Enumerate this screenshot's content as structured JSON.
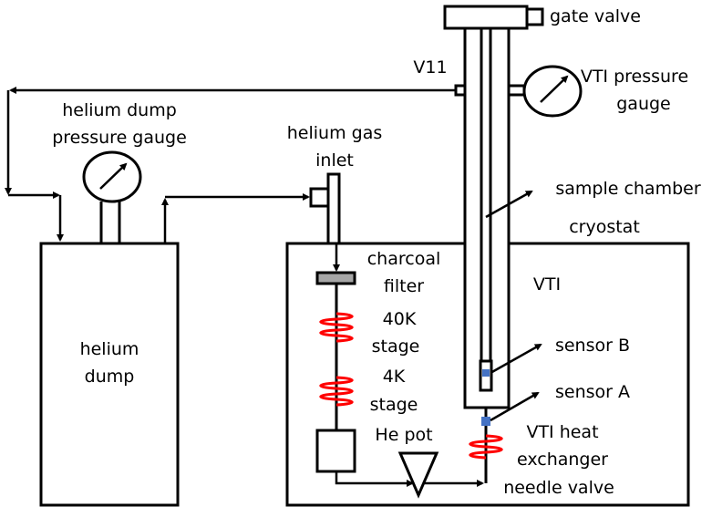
{
  "labels": {
    "gate_valve": "gate valve",
    "v11": "V11",
    "vti_pressure_gauge": [
      "VTI pressure",
      "gauge"
    ],
    "helium_dump_pressure_gauge": [
      "helium dump",
      "pressure gauge"
    ],
    "helium_gas_inlet": [
      "helium gas",
      "inlet"
    ],
    "sample_chamber": "sample chamber",
    "cryostat": "cryostat",
    "charcoal_filter": [
      "charcoal",
      "filter"
    ],
    "vti": "VTI",
    "stage_40k": [
      "40K",
      "stage"
    ],
    "stage_4k": [
      "4K",
      "stage"
    ],
    "he_pot": "He pot",
    "sensor_b": "sensor B",
    "sensor_a": "sensor A",
    "vti_heat_exchanger": [
      "VTI heat",
      "exchanger"
    ],
    "needle_valve": "needle valve",
    "helium_dump": [
      "helium",
      "dump"
    ]
  },
  "colors": {
    "coil": "#ff0000",
    "sensor": "#4472c4",
    "filter": "#a6a6a6"
  }
}
